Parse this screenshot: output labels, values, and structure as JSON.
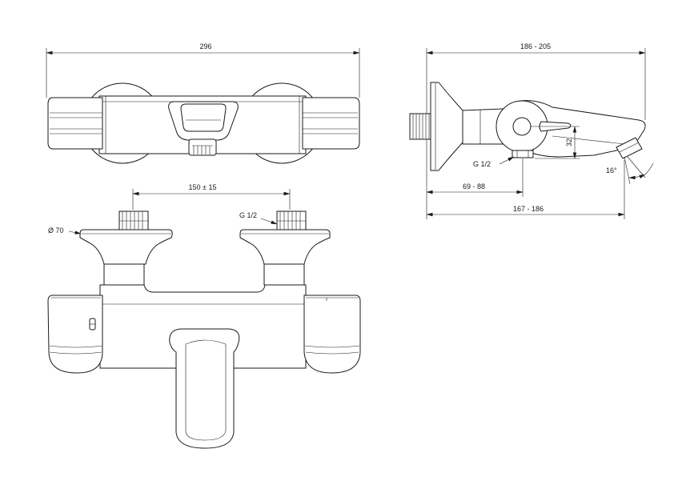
{
  "drawing": {
    "front_view": {
      "width_dim": "296"
    },
    "side_view": {
      "depth_dim": "186 - 205",
      "thread_label": "G 1/2",
      "height_dim": "32",
      "angle_dim": "16°",
      "outlet_dim": "69 - 88",
      "spout_dim": "167 - 186"
    },
    "bottom_view": {
      "centers_dim": "150 ± 15",
      "thread_label": "G 1/2",
      "rosette_dim": "Ø 70"
    }
  }
}
